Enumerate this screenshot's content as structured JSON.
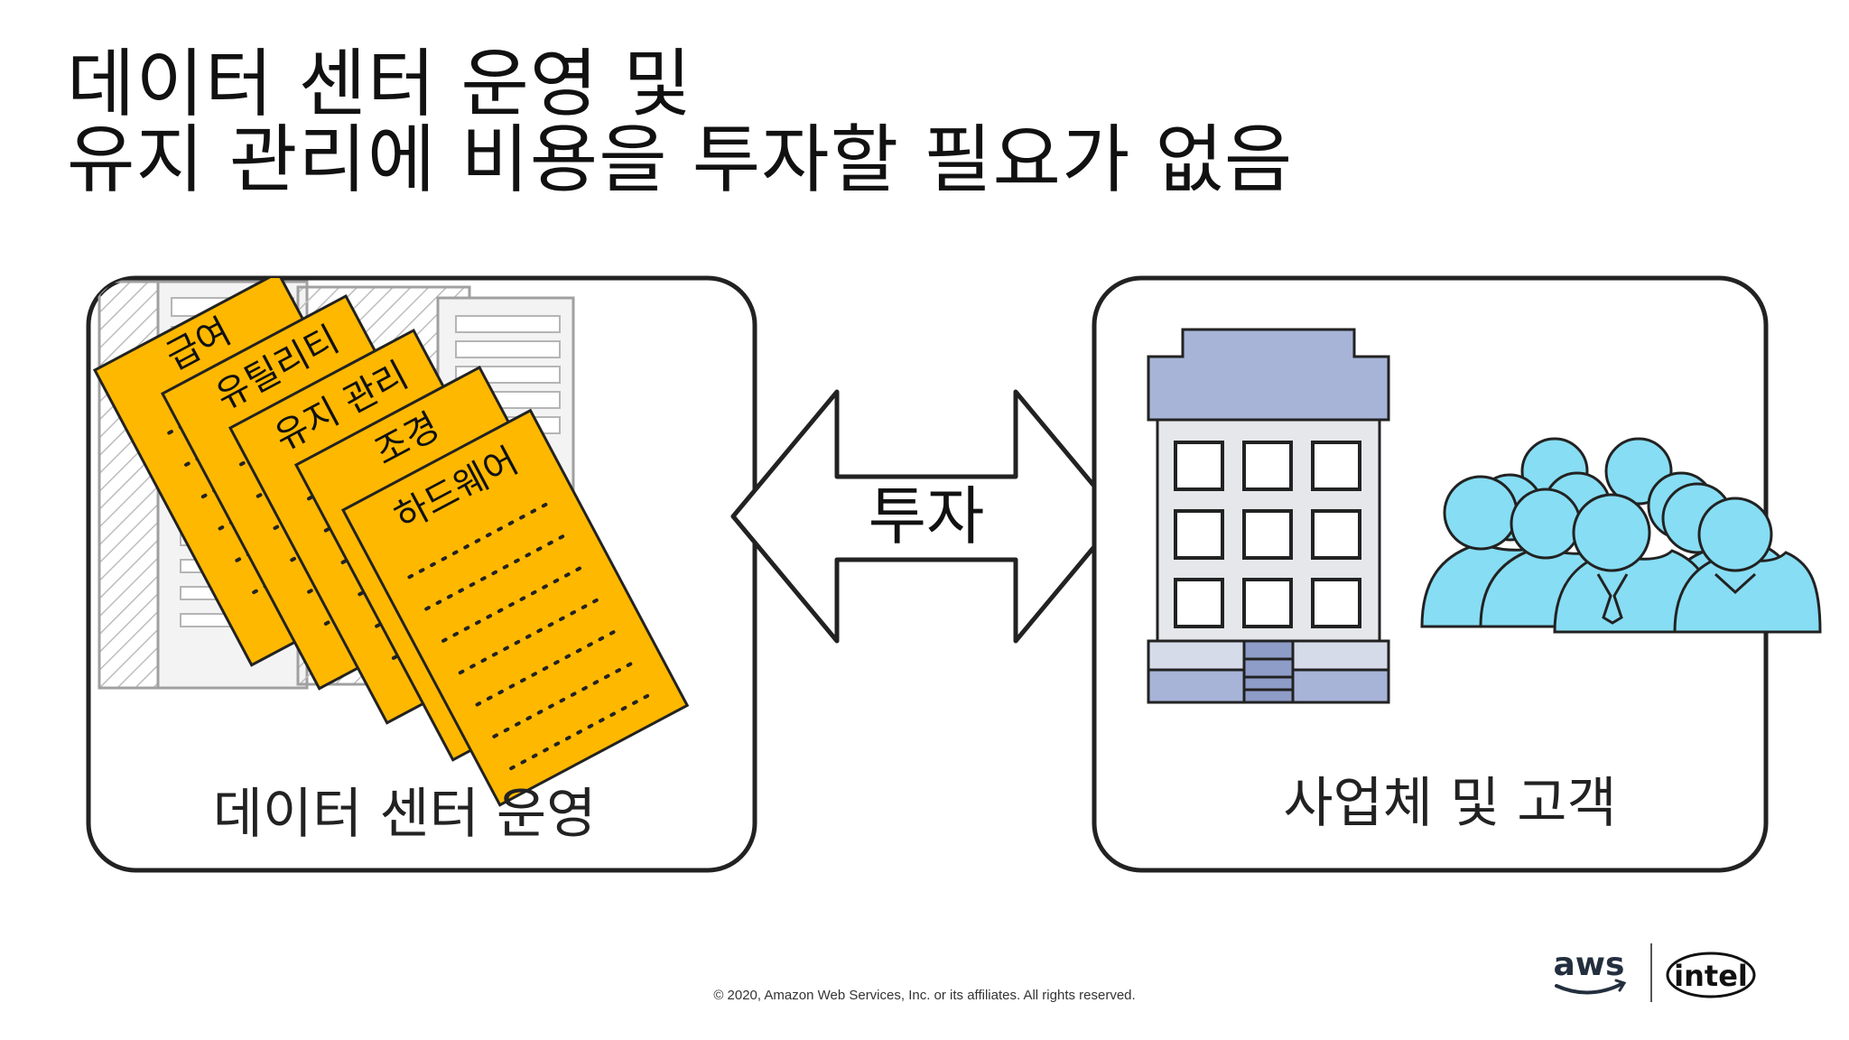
{
  "slide": {
    "title_lines": [
      "데이터 센터 운영 및",
      "유지 관리에 비용을 투자할 필요가 없음"
    ],
    "copyright": "© 2020, Amazon Web Services, Inc. or its affiliates. All rights reserved."
  },
  "diagram": {
    "left_panel": {
      "label": "데이터 센터 운영",
      "documents": [
        "급여",
        "유틸리티",
        "유지 관리",
        "조경",
        "하드웨어"
      ]
    },
    "arrow_label": "투자",
    "right_panel": {
      "label": "사업체 및 고객"
    }
  },
  "logos": {
    "aws": "aws",
    "intel": "intel"
  },
  "colors": {
    "document_fill": "#FFB800",
    "building_roof": "#A7B4D8",
    "building_wall": "#E5E7EA",
    "people_fill": "#87DDF3",
    "outline": "#222222"
  },
  "icons": [
    "server-rack-icon",
    "document-icon",
    "double-arrow-icon",
    "office-building-icon",
    "people-group-icon",
    "aws-logo",
    "intel-logo"
  ]
}
